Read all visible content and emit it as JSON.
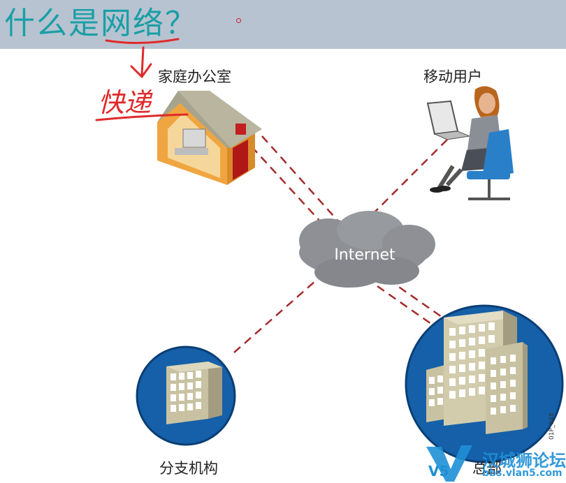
{
  "title": "什么是网络？",
  "handwriting": {
    "annotation": "快递"
  },
  "nodes": {
    "home_office": {
      "label": "家庭办公室",
      "icon": "house-icon"
    },
    "mobile_user": {
      "label": "移动用户",
      "icon": "laptop-user-icon"
    },
    "internet": {
      "label": "Internet",
      "icon": "cloud-icon"
    },
    "branch": {
      "label": "分支机构",
      "icon": "building-icon"
    },
    "headquarters": {
      "label": "总部",
      "icon": "buildings-icon"
    }
  },
  "figure_code": "01P_048",
  "watermark": {
    "main": "汉城狮论坛",
    "url": "bbs.vlan5.com",
    "logo": "V5"
  },
  "colors": {
    "title_bar": "#b7c3d1",
    "title_text": "#1a9fa6",
    "link": "#a52a2a",
    "circle": "#1560a8",
    "cloud": "#8e9095",
    "annotation": "#e02a2a",
    "watermark": "#1e8fd6"
  }
}
